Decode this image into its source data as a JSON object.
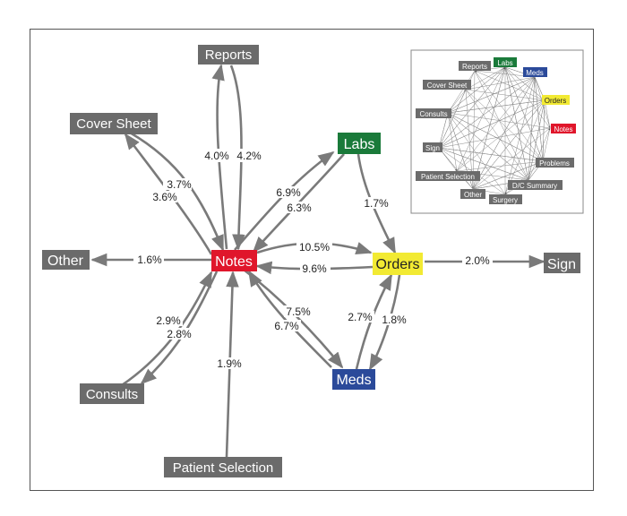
{
  "colors": {
    "node_default": "#6b6b6b",
    "notes": "#e0162b",
    "labs": "#1a7a3a",
    "meds": "#2b4a9a",
    "orders": "#f2ea33",
    "orders_text": "#222222",
    "edge": "#7a7a7a"
  },
  "nodes": {
    "reports": "Reports",
    "cover_sheet": "Cover Sheet",
    "labs": "Labs",
    "other": "Other",
    "notes": "Notes",
    "orders": "Orders",
    "sign": "Sign",
    "meds": "Meds",
    "consults": "Consults",
    "patient_selection": "Patient Selection"
  },
  "edges": {
    "notes_reports": "4.0%",
    "reports_notes": "4.2%",
    "notes_cover": "3.7%",
    "cover_notes": "3.6%",
    "notes_labs": "6.9%",
    "labs_notes": "6.3%",
    "labs_orders": "1.7%",
    "notes_other": "1.6%",
    "notes_orders": "10.5%",
    "orders_notes": "9.6%",
    "orders_sign": "2.0%",
    "notes_meds": "7.5%",
    "meds_notes": "6.7%",
    "meds_orders": "2.7%",
    "orders_meds": "1.8%",
    "consults_notes": "2.9%",
    "notes_consults": "2.8%",
    "patsel_notes": "1.9%"
  },
  "inset": {
    "labels": {
      "reports": "Reports",
      "labs": "Labs",
      "meds": "Meds",
      "cover_sheet": "Cover Sheet",
      "orders": "Orders",
      "consults": "Consults",
      "notes": "Notes",
      "sign": "Sign",
      "problems": "Problems",
      "patient_selection": "Patient Selection",
      "dc_summary": "D/C Summary",
      "other": "Other",
      "surgery": "Surgery"
    }
  }
}
